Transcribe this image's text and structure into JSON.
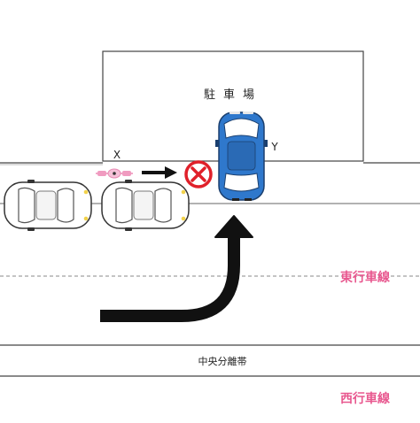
{
  "labels": {
    "parking": "駐車場",
    "point_x": "X",
    "point_y": "Y",
    "eastbound": "東行車線",
    "median": "中央分離帯",
    "westbound": "西行車線"
  },
  "colors": {
    "lane_label": "#e8588f",
    "blue_car": "#2f78cc",
    "white_car": "#ffffff",
    "no_entry": "#e0202a",
    "bicycle": "#f09bc0",
    "arrow": "#111111"
  },
  "icons": {
    "no_entry": "no-entry-icon",
    "bicycle": "bicycle-icon",
    "arrow": "right-arrow-icon",
    "turn": "turn-arrow-icon"
  }
}
